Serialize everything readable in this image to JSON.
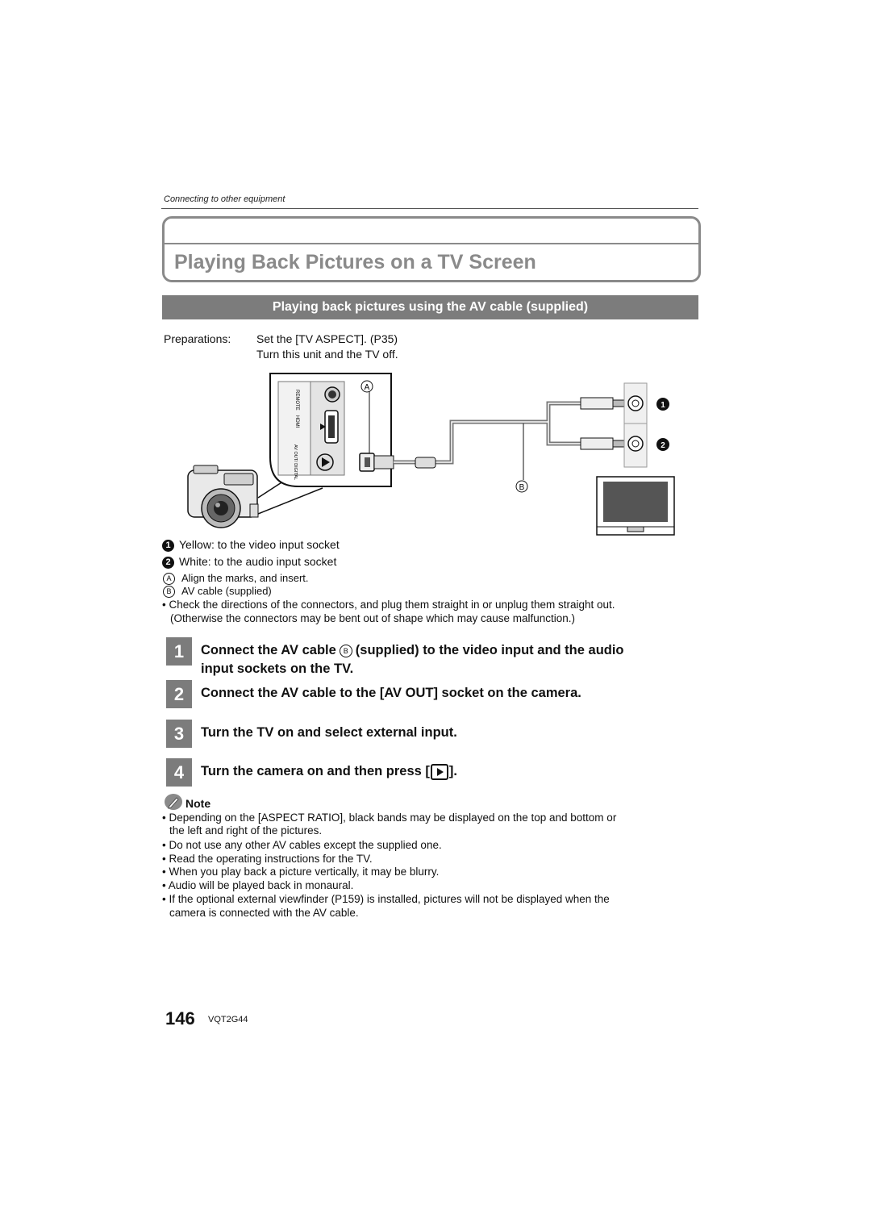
{
  "header": {
    "running_head": "Connecting to other equipment",
    "title": "Playing Back Pictures on a TV Screen"
  },
  "section": {
    "heading": "Playing back pictures using the AV cable (supplied)"
  },
  "preparations": {
    "label": "Preparations:",
    "line1": "Set the [TV ASPECT]. (P35)",
    "line2": "Turn this unit and the TV off."
  },
  "diagram": {
    "socket_labels": [
      "REMOTE",
      "HDMI",
      "AV OUT/ DIGITAL"
    ],
    "callout_a": "A",
    "callout_b": "B",
    "plug_1": "1",
    "plug_2": "2",
    "colors": {
      "cable": "#777777",
      "panel": "#e6e6e6",
      "outline": "#111111"
    }
  },
  "legend": {
    "item1_num": "1",
    "item1": "Yellow:  to the video input socket",
    "item2_num": "2",
    "item2": "White:  to the audio input socket",
    "itemA_letter": "A",
    "itemA": "Align the marks, and insert.",
    "itemB_letter": "B",
    "itemB": "AV cable (supplied)"
  },
  "caution": {
    "line1": "Check the directions of the connectors, and plug them straight in or unplug them straight out.",
    "line2": "(Otherwise the connectors may be bent out of shape which may cause malfunction.)"
  },
  "steps": [
    {
      "num": "1",
      "text_a": "Connect the AV cable",
      "circle": "B",
      "text_b": "(supplied) to the video input and the audio",
      "text_c": "input sockets on the TV."
    },
    {
      "num": "2",
      "text": "Connect the AV cable to the [AV OUT] socket on the camera."
    },
    {
      "num": "3",
      "text": "Turn the TV on and select external input."
    },
    {
      "num": "4",
      "text_a": "Turn the camera on and then press [",
      "text_b": "]."
    }
  ],
  "note": {
    "label": "Note",
    "items": [
      "Depending on the [ASPECT RATIO], black bands may be displayed on the top and bottom or",
      "the left and right of the pictures.",
      "Do not use any other AV cables except the supplied one.",
      "Read the operating instructions for the TV.",
      "When you play back a picture vertically, it may be blurry.",
      "Audio will be played back in monaural.",
      "If the optional external viewfinder (P159) is installed, pictures will not be displayed when the",
      "camera is connected with the AV cable."
    ]
  },
  "footer": {
    "page_number": "146",
    "doc_code": "VQT2G44"
  }
}
